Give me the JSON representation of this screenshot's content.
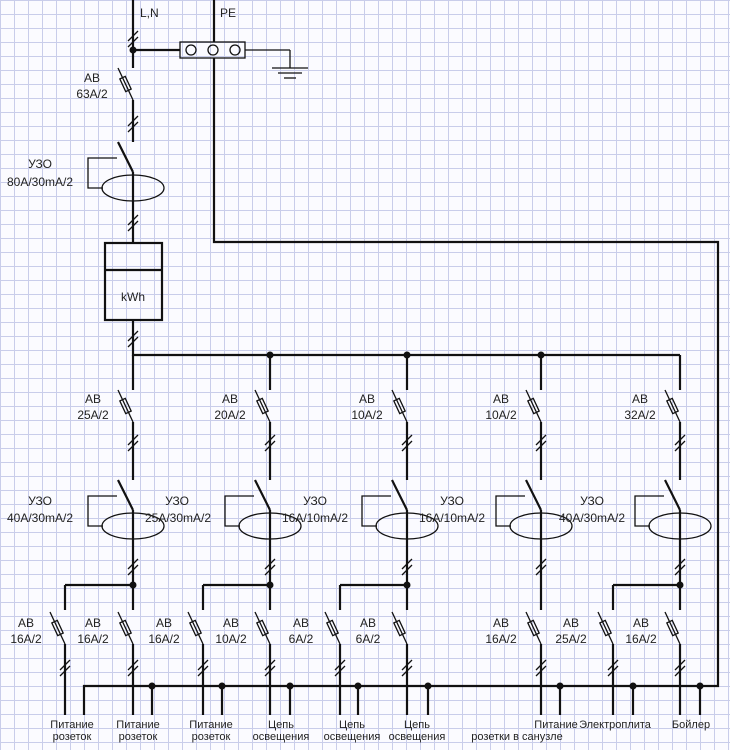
{
  "top": {
    "phase_label": "L,N",
    "pe_label": "PE"
  },
  "main_breaker": {
    "type": "АВ",
    "rating": "63A/2"
  },
  "main_rcd": {
    "type": "УЗО",
    "rating": "80A/30mA/2"
  },
  "meter": {
    "label": "kWh"
  },
  "group_breakers": [
    {
      "type": "АВ",
      "rating": "25A/2"
    },
    {
      "type": "АВ",
      "rating": "20A/2"
    },
    {
      "type": "АВ",
      "rating": "10A/2"
    },
    {
      "type": "АВ",
      "rating": "10A/2"
    },
    {
      "type": "АВ",
      "rating": "32A/2"
    }
  ],
  "group_rcds": [
    {
      "type": "УЗО",
      "rating": "40A/30mA/2"
    },
    {
      "type": "УЗО",
      "rating": "25A/30mA/2"
    },
    {
      "type": "УЗО",
      "rating": "16A/10mA/2"
    },
    {
      "type": "УЗО",
      "rating": "16A/10mA/2"
    },
    {
      "type": "УЗО",
      "rating": "40A/30mA/2"
    }
  ],
  "circuit_breakers": [
    {
      "type": "АВ",
      "rating": "16A/2"
    },
    {
      "type": "АВ",
      "rating": "16A/2"
    },
    {
      "type": "АВ",
      "rating": "16A/2"
    },
    {
      "type": "АВ",
      "rating": "10A/2"
    },
    {
      "type": "АВ",
      "rating": "6A/2"
    },
    {
      "type": "АВ",
      "rating": "6A/2"
    },
    {
      "type": "АВ",
      "rating": "16A/2"
    },
    {
      "type": "АВ",
      "rating": "25A/2"
    },
    {
      "type": "АВ",
      "rating": "16A/2"
    }
  ],
  "circuits": [
    {
      "line1": "Питание",
      "line2": "розеток"
    },
    {
      "line1": "Питание",
      "line2": "розеток"
    },
    {
      "line1": "Питание",
      "line2": "розеток"
    },
    {
      "line1": "Цепь",
      "line2": "освещения"
    },
    {
      "line1": "Цепь",
      "line2": "освещения"
    },
    {
      "line1": "Цепь",
      "line2": "освещения"
    },
    {
      "line1": "Питание",
      "line2": "розетки в санузле"
    },
    {
      "line1": "Электроплита",
      "line2": ""
    },
    {
      "line1": "Бойлер",
      "line2": ""
    }
  ]
}
